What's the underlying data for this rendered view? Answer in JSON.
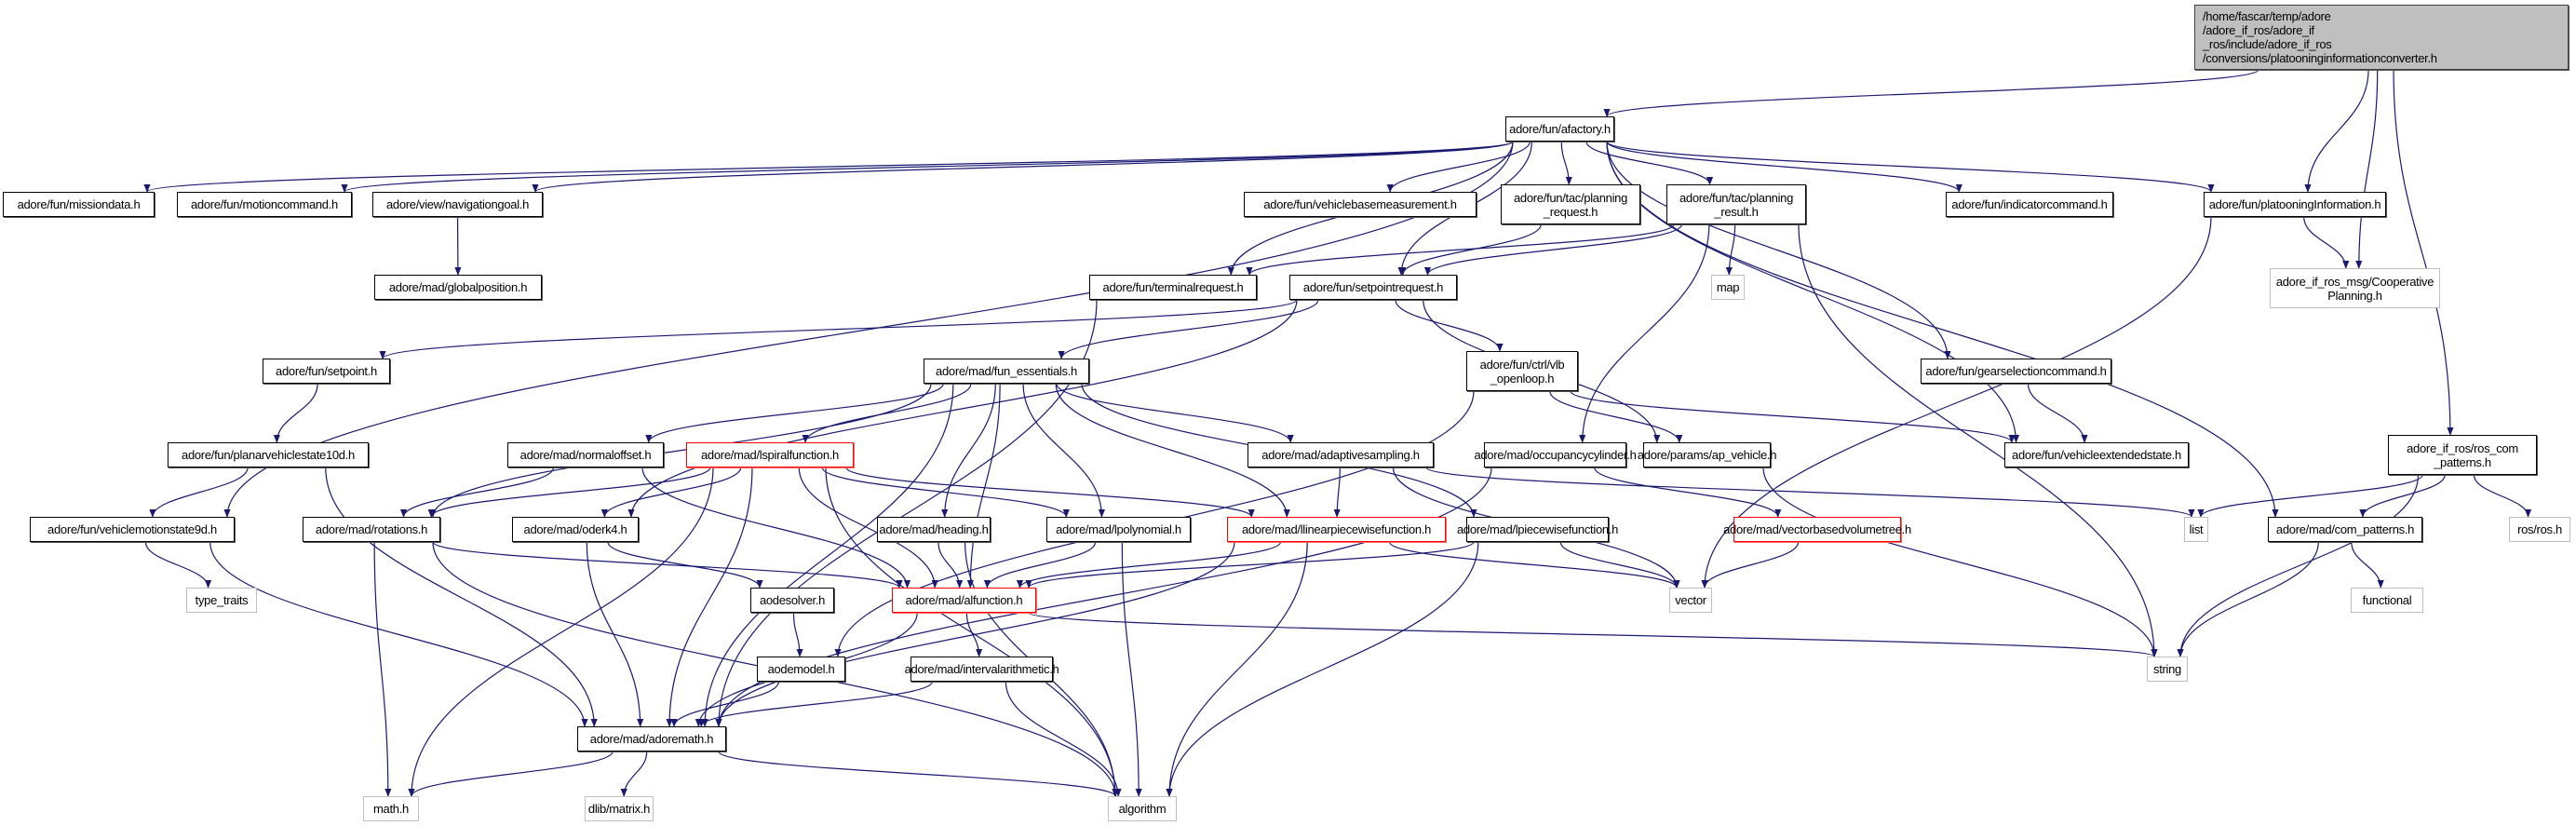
{
  "diagram": {
    "type": "include-dependency-graph",
    "edge_color": "#191970",
    "incomplete_border_color": "#ff0000",
    "root_fill_color": "#bfbfbf",
    "external_border_color": "#bfbfbf",
    "nodes": [
      {
        "id": "root",
        "label": "/home/fascar/temp/adore\n/adore_if_ros/adore_if\n_ros/include/adore_if_ros\n/conversions/platooninginformationconverter.h",
        "kind": "root"
      },
      {
        "id": "afactory",
        "label": "adore/fun/afactory.h",
        "kind": "doc"
      },
      {
        "id": "missiondata",
        "label": "adore/fun/missiondata.h",
        "kind": "doc"
      },
      {
        "id": "motioncommand",
        "label": "adore/fun/motioncommand.h",
        "kind": "doc"
      },
      {
        "id": "navigationgoal",
        "label": "adore/view/navigationgoal.h",
        "kind": "doc"
      },
      {
        "id": "globalposition",
        "label": "adore/mad/globalposition.h",
        "kind": "doc"
      },
      {
        "id": "vehiclebasemeasurement",
        "label": "adore/fun/vehiclebasemeasurement.h",
        "kind": "doc"
      },
      {
        "id": "planning_request",
        "label": "adore/fun/tac/planning\n_request.h",
        "kind": "doc"
      },
      {
        "id": "planning_result",
        "label": "adore/fun/tac/planning\n_result.h",
        "kind": "doc"
      },
      {
        "id": "indicatorcommand",
        "label": "adore/fun/indicatorcommand.h",
        "kind": "doc"
      },
      {
        "id": "platooninginformation",
        "label": "adore/fun/platooningInformation.h",
        "kind": "doc"
      },
      {
        "id": "cooperativeplanning",
        "label": "adore_if_ros_msg/Cooperative\nPlanning.h",
        "kind": "ext"
      },
      {
        "id": "terminalrequest",
        "label": "adore/fun/terminalrequest.h",
        "kind": "doc"
      },
      {
        "id": "setpointrequest",
        "label": "adore/fun/setpointrequest.h",
        "kind": "doc"
      },
      {
        "id": "map",
        "label": "map",
        "kind": "ext"
      },
      {
        "id": "setpoint",
        "label": "adore/fun/setpoint.h",
        "kind": "doc"
      },
      {
        "id": "fun_essentials",
        "label": "adore/mad/fun_essentials.h",
        "kind": "doc"
      },
      {
        "id": "vlb_openloop",
        "label": "adore/fun/ctrl/vlb\n_openloop.h",
        "kind": "doc"
      },
      {
        "id": "gearselectioncommand",
        "label": "adore/fun/gearselectioncommand.h",
        "kind": "doc"
      },
      {
        "id": "ros_com_patterns",
        "label": "adore_if_ros/ros_com\n_patterns.h",
        "kind": "doc"
      },
      {
        "id": "planarvehiclestate10d",
        "label": "adore/fun/planarvehiclestate10d.h",
        "kind": "doc"
      },
      {
        "id": "normaloffset",
        "label": "adore/mad/normaloffset.h",
        "kind": "doc"
      },
      {
        "id": "lspiralfunction",
        "label": "adore/mad/lspiralfunction.h",
        "kind": "incomplete"
      },
      {
        "id": "adaptivesampling",
        "label": "adore/mad/adaptivesampling.h",
        "kind": "doc"
      },
      {
        "id": "occupancycylinder",
        "label": "adore/mad/occupancycylinder.h",
        "kind": "doc"
      },
      {
        "id": "ap_vehicle",
        "label": "adore/params/ap_vehicle.h",
        "kind": "doc"
      },
      {
        "id": "vehicleextendedstate",
        "label": "adore/fun/vehicleextendedstate.h",
        "kind": "doc"
      },
      {
        "id": "vehiclemotionstate9d",
        "label": "adore/fun/vehiclemotionstate9d.h",
        "kind": "doc"
      },
      {
        "id": "rotations",
        "label": "adore/mad/rotations.h",
        "kind": "doc"
      },
      {
        "id": "oderk4",
        "label": "adore/mad/oderk4.h",
        "kind": "doc"
      },
      {
        "id": "heading",
        "label": "adore/mad/heading.h",
        "kind": "doc"
      },
      {
        "id": "lpolynomial",
        "label": "adore/mad/lpolynomial.h",
        "kind": "doc"
      },
      {
        "id": "llinearpiecewisefunction",
        "label": "adore/mad/llinearpiecewisefunction.h",
        "kind": "incomplete"
      },
      {
        "id": "lpiecewisefunction",
        "label": "adore/mad/lpiecewisefunction.h",
        "kind": "doc"
      },
      {
        "id": "vectorbasedvolumetree",
        "label": "adore/mad/vectorbasedvolumetree.h",
        "kind": "incomplete"
      },
      {
        "id": "list",
        "label": "list",
        "kind": "ext"
      },
      {
        "id": "com_patterns",
        "label": "adore/mad/com_patterns.h",
        "kind": "doc"
      },
      {
        "id": "ros_ros",
        "label": "ros/ros.h",
        "kind": "ext"
      },
      {
        "id": "type_traits",
        "label": "type_traits",
        "kind": "ext"
      },
      {
        "id": "aodesolver",
        "label": "aodesolver.h",
        "kind": "doc"
      },
      {
        "id": "alfunction",
        "label": "adore/mad/alfunction.h",
        "kind": "incomplete"
      },
      {
        "id": "vector",
        "label": "vector",
        "kind": "ext"
      },
      {
        "id": "functional",
        "label": "functional",
        "kind": "ext"
      },
      {
        "id": "aodemodel",
        "label": "aodemodel.h",
        "kind": "doc"
      },
      {
        "id": "intervalarithmetic",
        "label": "adore/mad/intervalarithmetic.h",
        "kind": "doc"
      },
      {
        "id": "string",
        "label": "string",
        "kind": "ext"
      },
      {
        "id": "adoremath",
        "label": "adore/mad/adoremath.h",
        "kind": "doc"
      },
      {
        "id": "math",
        "label": "math.h",
        "kind": "ext"
      },
      {
        "id": "dlib_matrix",
        "label": "dlib/matrix.h",
        "kind": "ext"
      },
      {
        "id": "algorithm",
        "label": "algorithm",
        "kind": "ext"
      }
    ],
    "edges": [
      [
        "root",
        "afactory"
      ],
      [
        "root",
        "platooninginformation"
      ],
      [
        "root",
        "cooperativeplanning"
      ],
      [
        "root",
        "ros_com_patterns"
      ],
      [
        "afactory",
        "missiondata"
      ],
      [
        "afactory",
        "motioncommand"
      ],
      [
        "afactory",
        "navigationgoal"
      ],
      [
        "afactory",
        "vehiclebasemeasurement"
      ],
      [
        "afactory",
        "planning_request"
      ],
      [
        "afactory",
        "planning_result"
      ],
      [
        "afactory",
        "indicatorcommand"
      ],
      [
        "afactory",
        "platooninginformation"
      ],
      [
        "afactory",
        "terminalrequest"
      ],
      [
        "afactory",
        "setpointrequest"
      ],
      [
        "afactory",
        "gearselectioncommand"
      ],
      [
        "afactory",
        "vehiclemotionstate9d"
      ],
      [
        "afactory",
        "vehicleextendedstate"
      ],
      [
        "afactory",
        "com_patterns"
      ],
      [
        "navigationgoal",
        "globalposition"
      ],
      [
        "planning_request",
        "setpointrequest"
      ],
      [
        "planning_result",
        "terminalrequest"
      ],
      [
        "planning_result",
        "setpointrequest"
      ],
      [
        "planning_result",
        "map"
      ],
      [
        "planning_result",
        "occupancycylinder"
      ],
      [
        "planning_result",
        "string"
      ],
      [
        "platooninginformation",
        "cooperativeplanning"
      ],
      [
        "platooninginformation",
        "vector"
      ],
      [
        "terminalrequest",
        "adoremath"
      ],
      [
        "setpointrequest",
        "setpoint"
      ],
      [
        "setpointrequest",
        "fun_essentials"
      ],
      [
        "setpointrequest",
        "vlb_openloop"
      ],
      [
        "setpointrequest",
        "ap_vehicle"
      ],
      [
        "setpointrequest",
        "oderk4"
      ],
      [
        "setpoint",
        "planarvehiclestate10d"
      ],
      [
        "planarvehiclestate10d",
        "vehiclemotionstate9d"
      ],
      [
        "planarvehiclestate10d",
        "adoremath"
      ],
      [
        "fun_essentials",
        "rotations"
      ],
      [
        "fun_essentials",
        "normaloffset"
      ],
      [
        "fun_essentials",
        "lspiralfunction"
      ],
      [
        "fun_essentials",
        "adaptivesampling"
      ],
      [
        "fun_essentials",
        "heading"
      ],
      [
        "fun_essentials",
        "lpolynomial"
      ],
      [
        "fun_essentials",
        "llinearpiecewisefunction"
      ],
      [
        "fun_essentials",
        "lpiecewisefunction"
      ],
      [
        "fun_essentials",
        "alfunction"
      ],
      [
        "fun_essentials",
        "adoremath"
      ],
      [
        "vlb_openloop",
        "ap_vehicle"
      ],
      [
        "vlb_openloop",
        "vehicleextendedstate"
      ],
      [
        "vlb_openloop",
        "aodemodel"
      ],
      [
        "gearselectioncommand",
        "vehicleextendedstate"
      ],
      [
        "ros_com_patterns",
        "list"
      ],
      [
        "ros_com_patterns",
        "com_patterns"
      ],
      [
        "ros_com_patterns",
        "ros_ros"
      ],
      [
        "ros_com_patterns",
        "string"
      ],
      [
        "normaloffset",
        "rotations"
      ],
      [
        "normaloffset",
        "alfunction"
      ],
      [
        "lspiralfunction",
        "rotations"
      ],
      [
        "lspiralfunction",
        "oderk4"
      ],
      [
        "lspiralfunction",
        "lpolynomial"
      ],
      [
        "lspiralfunction",
        "llinearpiecewisefunction"
      ],
      [
        "lspiralfunction",
        "alfunction"
      ],
      [
        "lspiralfunction",
        "adoremath"
      ],
      [
        "lspiralfunction",
        "math"
      ],
      [
        "lspiralfunction",
        "algorithm"
      ],
      [
        "adaptivesampling",
        "llinearpiecewisefunction"
      ],
      [
        "adaptivesampling",
        "list"
      ],
      [
        "adaptivesampling",
        "vector"
      ],
      [
        "occupancycylinder",
        "vectorbasedvolumetree"
      ],
      [
        "occupancycylinder",
        "adoremath"
      ],
      [
        "ap_vehicle",
        "string"
      ],
      [
        "vehiclemotionstate9d",
        "type_traits"
      ],
      [
        "vehiclemotionstate9d",
        "adoremath"
      ],
      [
        "rotations",
        "alfunction"
      ],
      [
        "rotations",
        "math"
      ],
      [
        "rotations",
        "algorithm"
      ],
      [
        "oderk4",
        "aodesolver"
      ],
      [
        "oderk4",
        "adoremath"
      ],
      [
        "heading",
        "alfunction"
      ],
      [
        "heading",
        "algorithm"
      ],
      [
        "lpolynomial",
        "alfunction"
      ],
      [
        "lpolynomial",
        "algorithm"
      ],
      [
        "llinearpiecewisefunction",
        "alfunction"
      ],
      [
        "llinearpiecewisefunction",
        "vector"
      ],
      [
        "llinearpiecewisefunction",
        "adoremath"
      ],
      [
        "llinearpiecewisefunction",
        "algorithm"
      ],
      [
        "lpiecewisefunction",
        "alfunction"
      ],
      [
        "lpiecewisefunction",
        "vector"
      ],
      [
        "lpiecewisefunction",
        "algorithm"
      ],
      [
        "vectorbasedvolumetree",
        "vector"
      ],
      [
        "com_patterns",
        "functional"
      ],
      [
        "com_patterns",
        "string"
      ],
      [
        "aodesolver",
        "aodemodel"
      ],
      [
        "alfunction",
        "adoremath"
      ],
      [
        "alfunction",
        "intervalarithmetic"
      ],
      [
        "alfunction",
        "string"
      ],
      [
        "aodemodel",
        "adoremath"
      ],
      [
        "intervalarithmetic",
        "adoremath"
      ],
      [
        "intervalarithmetic",
        "algorithm"
      ],
      [
        "adoremath",
        "math"
      ],
      [
        "adoremath",
        "dlib_matrix"
      ],
      [
        "adoremath",
        "algorithm"
      ]
    ]
  }
}
